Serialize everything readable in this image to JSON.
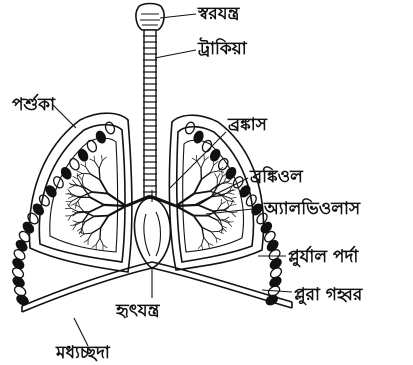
{
  "labels": {
    "larynx": "স্বরযন্ত্র",
    "trachea": "ট্রাকিয়া",
    "ribs": "পর্শুকা",
    "bronchus": "ব্রঙ্কাস",
    "bronchiole": "ব্রঙ্কিওল",
    "alveolus": "অ্যালভিওলাস",
    "pleural_membrane": "প্লুর্যাল পর্দা",
    "pleural_cavity": "প্লুরা গহ্বর",
    "heart": "হৃৎযন্ত্র",
    "diaphragm": "মধ্যচ্ছদা"
  },
  "colors": {
    "ink": "#111111",
    "paper": "#ffffff"
  }
}
